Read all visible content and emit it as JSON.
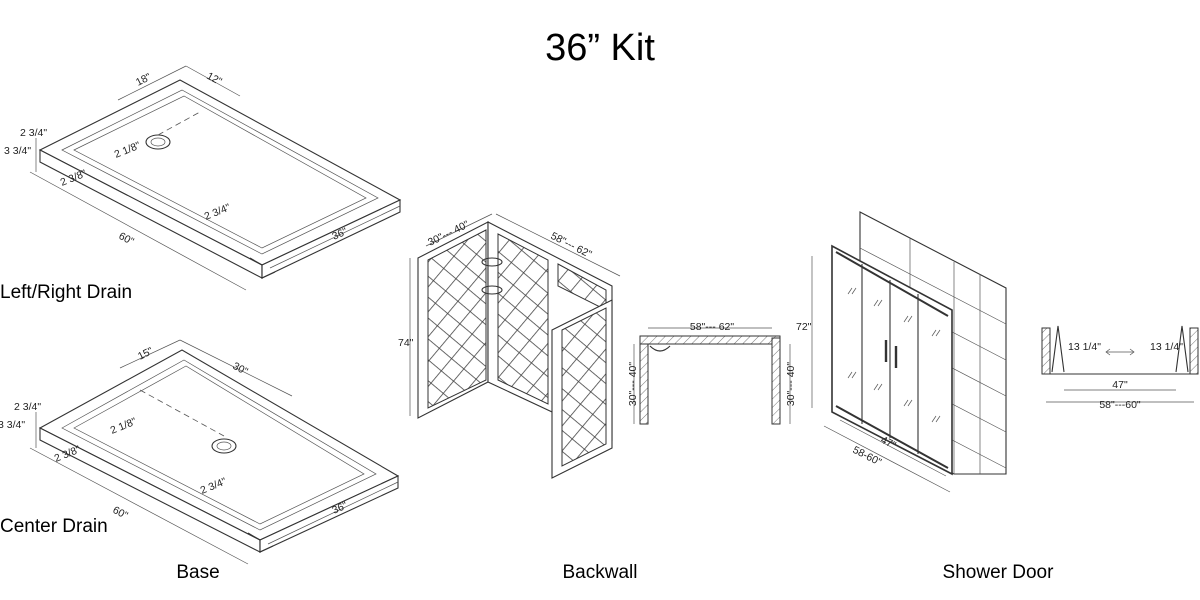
{
  "title": "36” Kit",
  "sections": {
    "base": "Base",
    "backwall": "Backwall",
    "shower_door": "Shower Door"
  },
  "base_left_right": {
    "label": "Left/Right Drain",
    "dims": {
      "d18": "18\"",
      "d12": "12\"",
      "d2_3_4_top": "2 3/4\"",
      "d3_3_4": "3 3/4\"",
      "d2_1_8": "2 1/8\"",
      "d2_3_8": "2 3/8\"",
      "d2_3_4_mid": "2 3/4\"",
      "d60": "60\"",
      "d36": "36\""
    }
  },
  "base_center": {
    "label": "Center Drain",
    "dims": {
      "d15": "15\"",
      "d30": "30\"",
      "d2_3_4_top": "2 3/4\"",
      "d3_3_4": "3 3/4\"",
      "d2_1_8": "2 1/8\"",
      "d2_3_8": "2 3/8\"",
      "d2_3_4_mid": "2 3/4\"",
      "d60": "60\"",
      "d36": "36\""
    }
  },
  "backwall": {
    "dims": {
      "depth": "30\"--- 40\"",
      "width": "58\"--- 62\"",
      "height": "74\"",
      "plan_width": "58\"--- 62\"",
      "plan_left": "30\"--- 40\"",
      "plan_right": "30\"--- 40\""
    }
  },
  "shower_door": {
    "dims": {
      "height": "72\"",
      "inner": "47\"",
      "outer": "58-60\""
    },
    "plan": {
      "left": "13 1/4\"",
      "right": "13 1/4\"",
      "inner": "47\"",
      "outer": "58\"---60\""
    }
  }
}
